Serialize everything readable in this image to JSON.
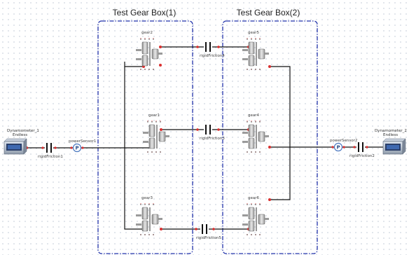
{
  "diagram": {
    "groups": [
      {
        "id": "gb1",
        "title": "Test Gear Box(1)"
      },
      {
        "id": "gb2",
        "title": "Test Gear Box(2)"
      }
    ],
    "gears": [
      {
        "id": "g2",
        "label": "gear2"
      },
      {
        "id": "g1",
        "label": "gear1"
      },
      {
        "id": "g3",
        "label": "gear3"
      },
      {
        "id": "g5",
        "label": "gear5"
      },
      {
        "id": "g4",
        "label": "gear4"
      },
      {
        "id": "g6",
        "label": "gear6"
      }
    ],
    "frictions": [
      {
        "id": "f4",
        "label": "rigidFriction4"
      },
      {
        "id": "f3",
        "label": "rigidFriction3"
      },
      {
        "id": "f5",
        "label": "rigidFriction5"
      },
      {
        "id": "fL",
        "label": "rigidFriction1"
      },
      {
        "id": "fR",
        "label": "rigidFriction2"
      }
    ],
    "dynamometers": [
      {
        "id": "d1",
        "title": "Dynamometer_1",
        "sub": "Endless"
      },
      {
        "id": "d2",
        "title": "Dynamometer_2",
        "sub": "Endless"
      }
    ],
    "sensors": [
      {
        "id": "s1",
        "label": "powerSensor1",
        "letter": "P"
      },
      {
        "id": "s2",
        "label": "powerSensor2",
        "letter": "P"
      }
    ],
    "colors": {
      "group_border": "#2233aa",
      "wire": "#111111",
      "connector": "#d93030",
      "gear_body": "#c4c4c4",
      "sensor_ring": "#4a78c0"
    }
  }
}
